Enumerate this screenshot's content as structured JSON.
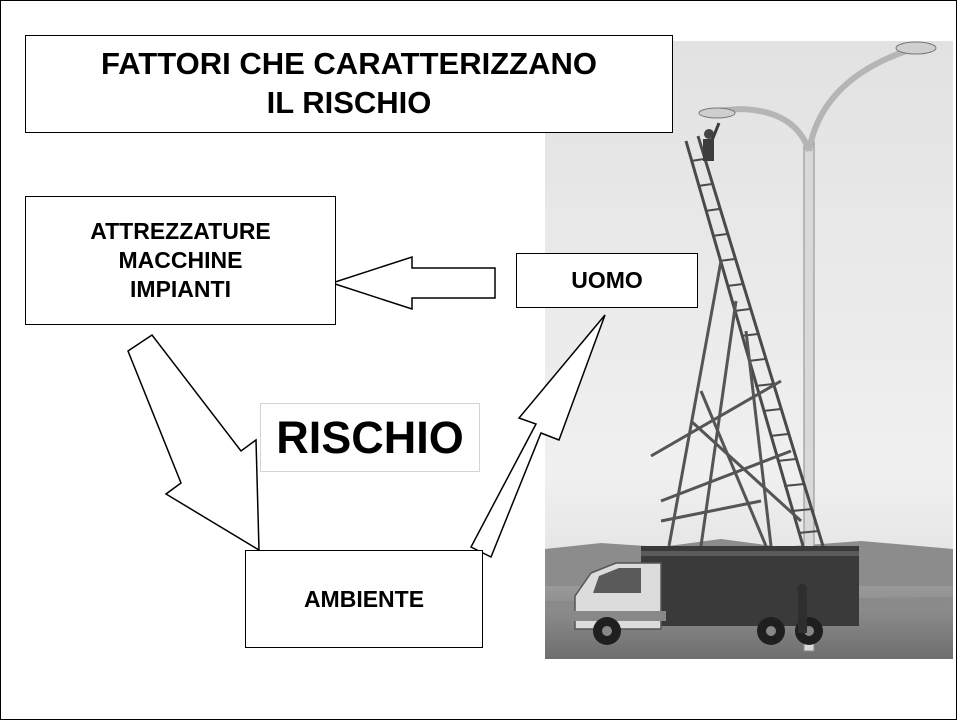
{
  "title": {
    "line1": "FATTORI CHE CARATTERIZZANO",
    "line2": "IL RISCHIO"
  },
  "nodes": {
    "attrezzature": {
      "line1": "ATTREZZATURE",
      "line2": "MACCHINE",
      "line3": "IMPIANTI"
    },
    "uomo": "UOMO",
    "rischio": "RISCHIO",
    "ambiente": "AMBIENTE"
  }
}
